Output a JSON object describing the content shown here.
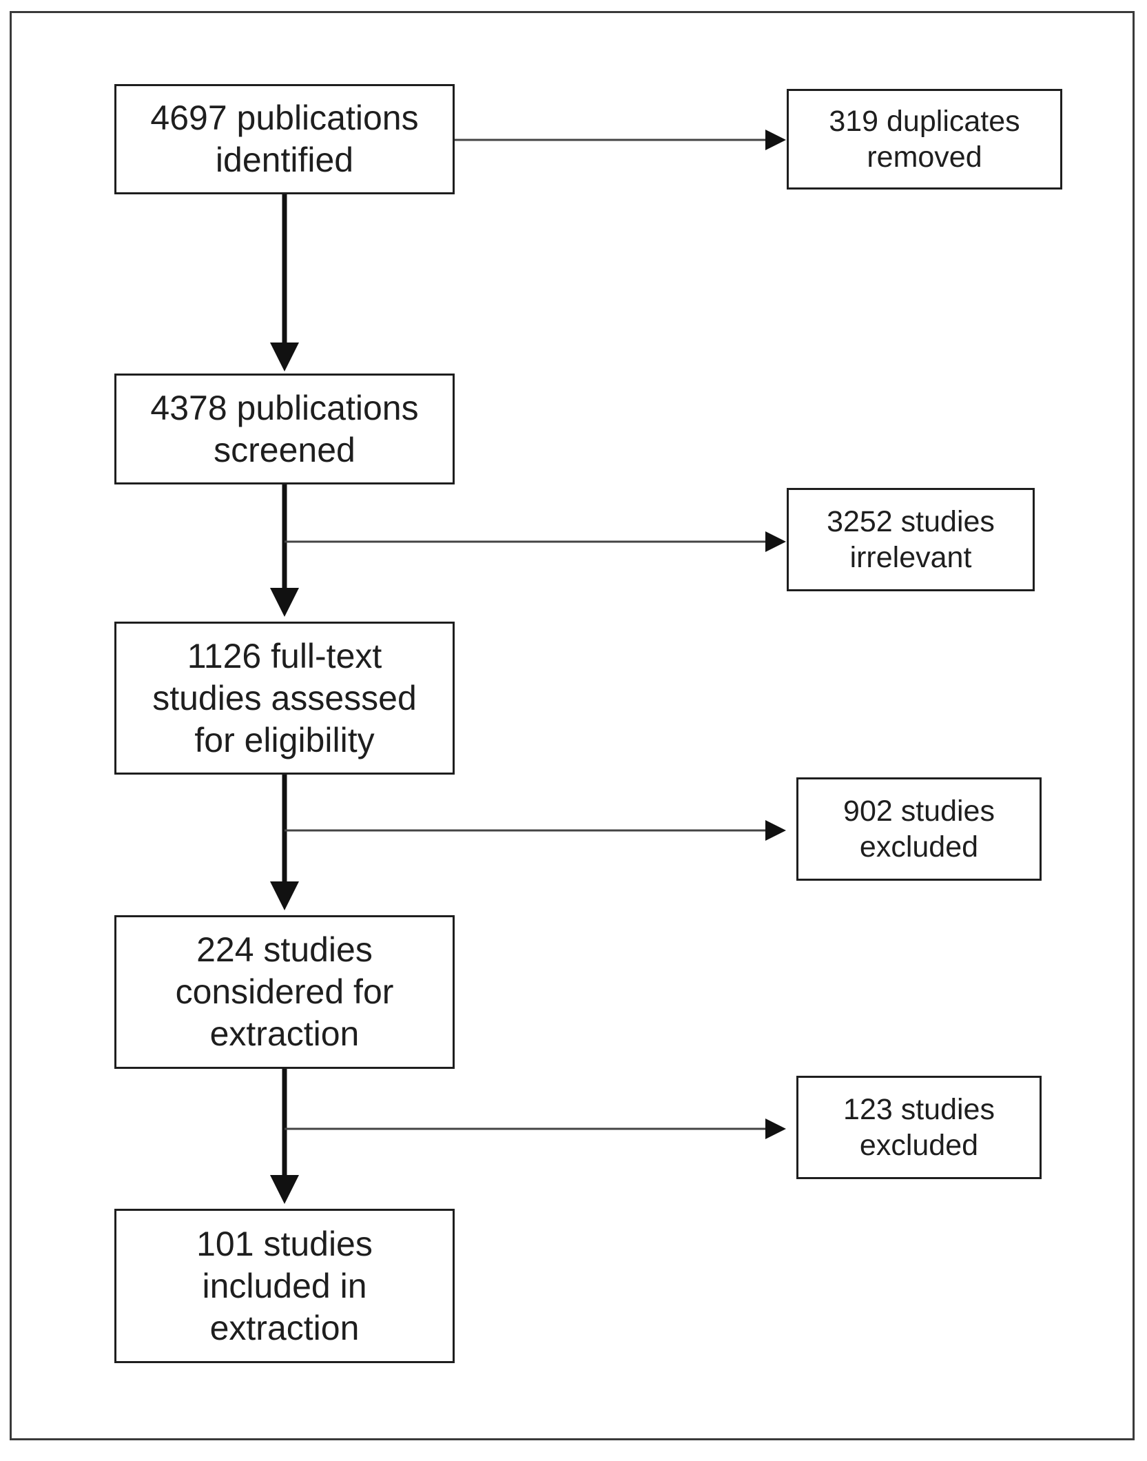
{
  "main_steps": [
    {
      "id": "identified",
      "text": "4697 publications\nidentified"
    },
    {
      "id": "screened",
      "text": "4378 publications\nscreened"
    },
    {
      "id": "assessed",
      "text": "1126 full-text\nstudies assessed\nfor eligibility"
    },
    {
      "id": "considered",
      "text": "224 studies\nconsidered for\nextraction"
    },
    {
      "id": "included",
      "text": "101 studies\nincluded in\nextraction"
    }
  ],
  "exclusions": [
    {
      "id": "duplicates",
      "text": "319 duplicates\nremoved"
    },
    {
      "id": "irrelevant",
      "text": "3252 studies\nirrelevant"
    },
    {
      "id": "excluded_fulltext",
      "text": "902 studies\nexcluded"
    },
    {
      "id": "excluded_extraction",
      "text": "123 studies\nexcluded"
    }
  ]
}
